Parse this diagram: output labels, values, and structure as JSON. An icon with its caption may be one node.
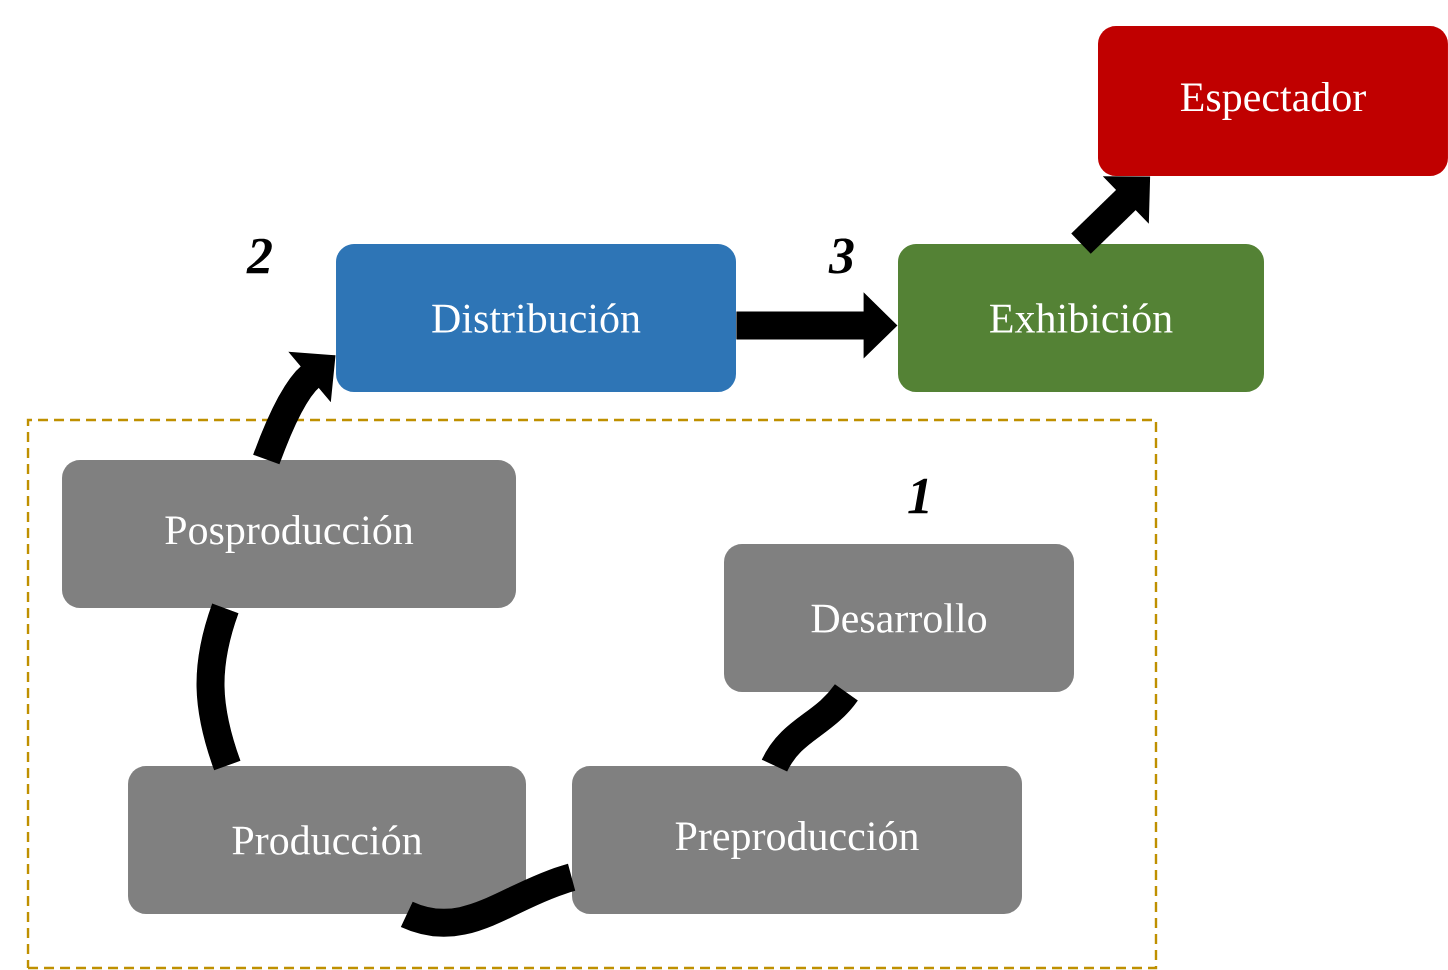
{
  "diagram": {
    "nodes": [
      {
        "text": [],
        "shape": "box"
      },
      {
        "text": [
          "Desarrollo"
        ],
        "in": 0
      },
      {
        "text": [
          "Preproducción"
        ],
        "in": 0
      },
      {
        "text": [
          "Producción"
        ],
        "in": 0
      },
      {
        "text": [
          "Posproducción"
        ],
        "in": 0
      },
      {
        "text": [
          "Distribución"
        ]
      },
      {
        "text": [
          "Exhibición"
        ]
      },
      {
        "text": [
          "Espectador"
        ]
      }
    ],
    "edges": [
      {
        "from": 1,
        "to": 2,
        "arrow": "none"
      },
      {
        "from": 2,
        "to": 3,
        "arrow": "none"
      },
      {
        "from": 3,
        "to": 4,
        "arrow": "none"
      },
      {
        "from": 4,
        "to": 5,
        "arrow": "to"
      },
      {
        "from": 5,
        "to": 6,
        "arrow": "to"
      },
      {
        "from": 6,
        "to": 7,
        "arrow": "to"
      }
    ],
    "labels": [
      "2",
      "3",
      "1"
    ]
  }
}
